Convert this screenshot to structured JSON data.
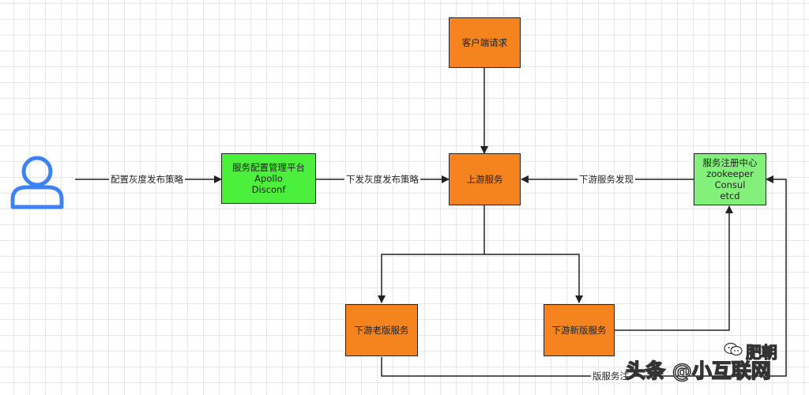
{
  "nodes": {
    "client_request": "客户端请求",
    "upstream": "上游服务",
    "config_platform": {
      "title": "服务配置管理平台",
      "line2": "Apollo",
      "line3": "Disconf"
    },
    "registry": {
      "title": "服务注册中心",
      "line2": "zookeeper",
      "line3": "Consul",
      "line4": "etcd"
    },
    "downstream_old": "下游老版服务",
    "downstream_new": "下游新版服务"
  },
  "edges": {
    "configure_strategy": "配置灰度发布策略",
    "push_strategy": "下发灰度发布策略",
    "service_discovery": "下游服务发现",
    "register_bottom": "版服务注"
  },
  "watermark": {
    "prefix": "头条 @小",
    "suffix": "互联网",
    "top": "肥朝"
  },
  "colors": {
    "orange": "#f5841f",
    "green": "#4cf03c",
    "light_green": "#84f07c",
    "user_icon": "#3b82f6"
  },
  "icons": {
    "user": "user-icon",
    "wechat": "wechat-icon"
  }
}
